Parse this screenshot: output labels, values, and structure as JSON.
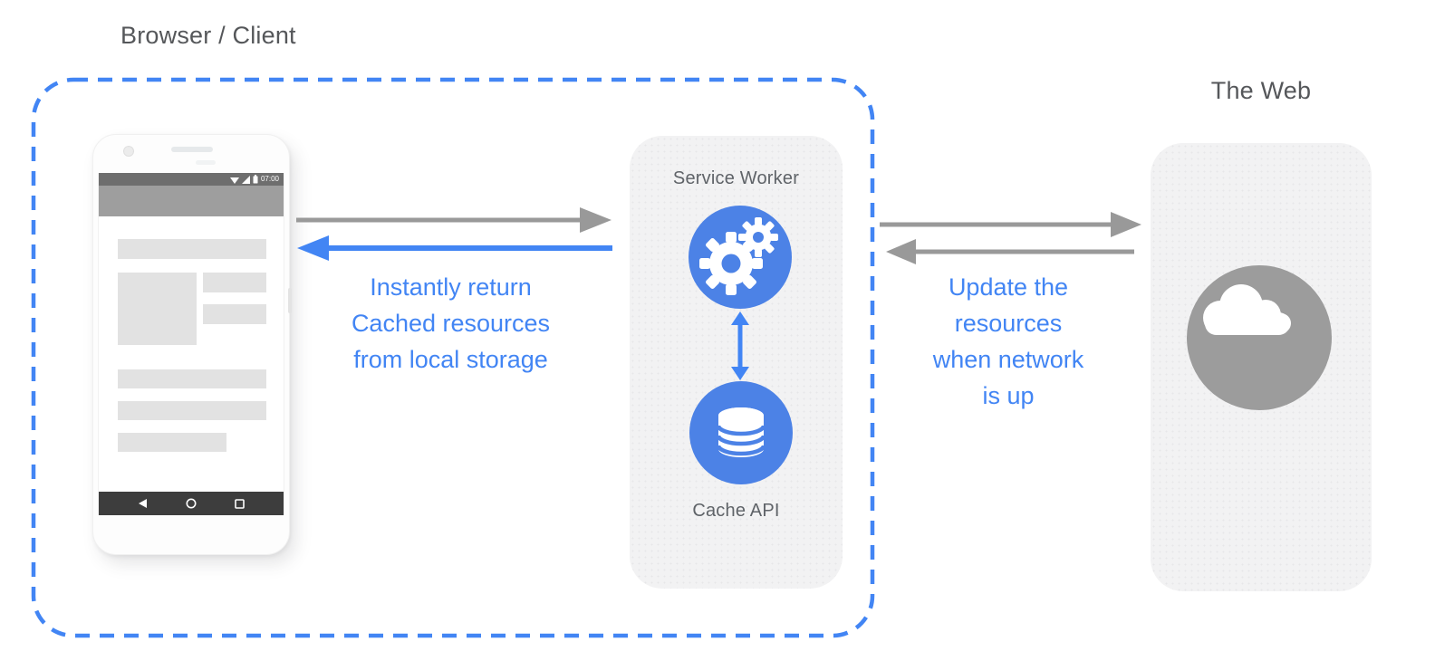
{
  "labels": {
    "browser_client": "Browser / Client",
    "the_web": "The Web",
    "service_worker": "Service Worker",
    "cache_api": "Cache API"
  },
  "captions": {
    "cache_flow": {
      "lines": [
        "Instantly return",
        "Cached resources",
        "from local storage"
      ]
    },
    "network_flow": {
      "lines": [
        "Update the",
        "resources",
        "when network",
        "is up"
      ]
    }
  },
  "phone": {
    "status_time": "07:00"
  },
  "icons": {
    "service_worker": "gears-icon",
    "cache": "database-icon",
    "web": "cloud-icon",
    "status_bar": [
      "wifi-icon",
      "signal-icon",
      "battery-icon"
    ],
    "nav_bar": [
      "back-icon",
      "home-icon",
      "recents-icon"
    ]
  },
  "colors": {
    "accent_blue": "#4285f4",
    "circle_blue": "#4c82e6",
    "arrow_gray": "#999999",
    "panel_bg": "#f2f2f3",
    "web_circle_gray": "#9c9c9c",
    "title_gray": "#55575a"
  }
}
